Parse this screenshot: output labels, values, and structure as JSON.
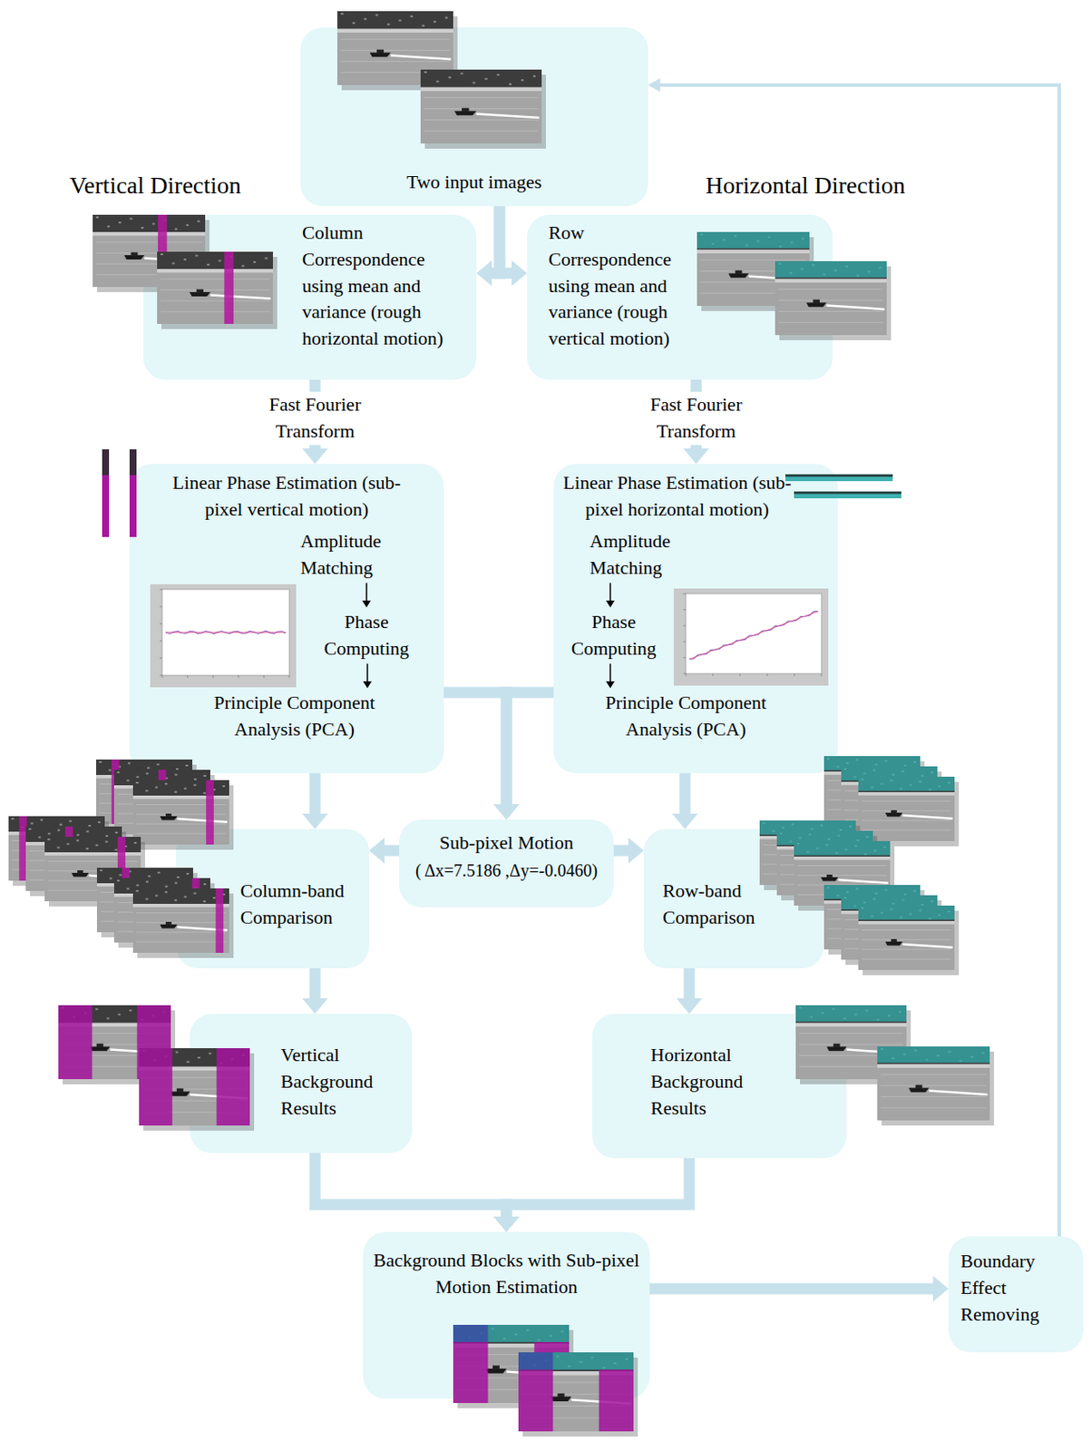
{
  "diagram": {
    "nodes": [
      {
        "text": [
          "Two input images"
        ]
      },
      {
        "text": [
          "Column Correspondence using mean and variance (rough horizontal motion)"
        ]
      },
      {
        "text": [
          "Row Correspondence using mean and variance (rough vertical motion)"
        ]
      },
      {
        "text": [
          "Linear Phase Estimation (sub-pixel vertical motion)",
          "Amplitude Matching",
          "Phase Computing",
          "Principle Component Analysis (PCA)"
        ]
      },
      {
        "text": [
          "Linear Phase Estimation (sub-pixel horizontal motion)",
          "Amplitude Matching",
          "Phase Computing",
          "Principle Component Analysis (PCA)"
        ]
      },
      {
        "text": [
          "Sub-pixel Motion",
          "( Δx=7.5186 ,Δy=-0.0460)"
        ]
      },
      {
        "text": [
          "Column-band Comparison"
        ]
      },
      {
        "text": [
          "Row-band Comparison"
        ]
      },
      {
        "text": [
          "Vertical Background Results"
        ]
      },
      {
        "text": [
          "Horizontal Background Results"
        ]
      },
      {
        "text": [
          "Background Blocks with Sub-pixel Motion Estimation"
        ]
      },
      {
        "text": [
          "Boundary Effect Removing"
        ]
      }
    ],
    "edges": [
      {
        "from": 0,
        "to": 1,
        "arrow": "to"
      },
      {
        "from": 0,
        "to": 2,
        "arrow": "to"
      },
      {
        "from": 1,
        "to": 3,
        "label": "Fast Fourier Transform",
        "arrow": "to"
      },
      {
        "from": 2,
        "to": 4,
        "label": "Fast Fourier Transform",
        "arrow": "to"
      },
      {
        "from": 3,
        "to": 5,
        "arrow": "to"
      },
      {
        "from": 4,
        "to": 5,
        "arrow": "to"
      },
      {
        "from": 3,
        "to": 6,
        "arrow": "to"
      },
      {
        "from": 4,
        "to": 7,
        "arrow": "to"
      },
      {
        "from": 5,
        "to": 6,
        "arrow": "to"
      },
      {
        "from": 5,
        "to": 7,
        "arrow": "to"
      },
      {
        "from": 6,
        "to": 8,
        "arrow": "to"
      },
      {
        "from": 7,
        "to": 9,
        "arrow": "to"
      },
      {
        "from": 8,
        "to": 10,
        "arrow": "to"
      },
      {
        "from": 9,
        "to": 10,
        "arrow": "to"
      },
      {
        "from": 10,
        "to": 11,
        "arrow": "to"
      },
      {
        "from": 11,
        "to": 0,
        "arrow": "to"
      }
    ],
    "labels": [
      "Vertical Direction",
      "Horizontal Direction"
    ]
  }
}
